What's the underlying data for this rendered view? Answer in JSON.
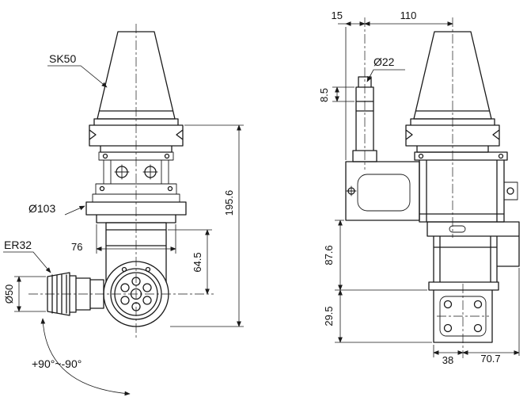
{
  "drawing": {
    "background": "#ffffff",
    "line_color": "#1a1a1a",
    "text_color": "#111111"
  },
  "front_view": {
    "taper_label": "SK50",
    "collet_label": "ER32",
    "flange_diameter": "Ø103",
    "plate_width": "76",
    "collet_nut_diameter": "Ø50",
    "swivel_range": "+90°~-90°",
    "overall_height": "195.6",
    "spindle_center_height": "64.5"
  },
  "side_view": {
    "top_offset": "15",
    "center_distance": "110",
    "spindle_diameter": "Ø22",
    "step_height": "8.5",
    "body_height": "87.6",
    "base_height": "29.5",
    "base_offset": "38",
    "base_width": "70.7"
  }
}
